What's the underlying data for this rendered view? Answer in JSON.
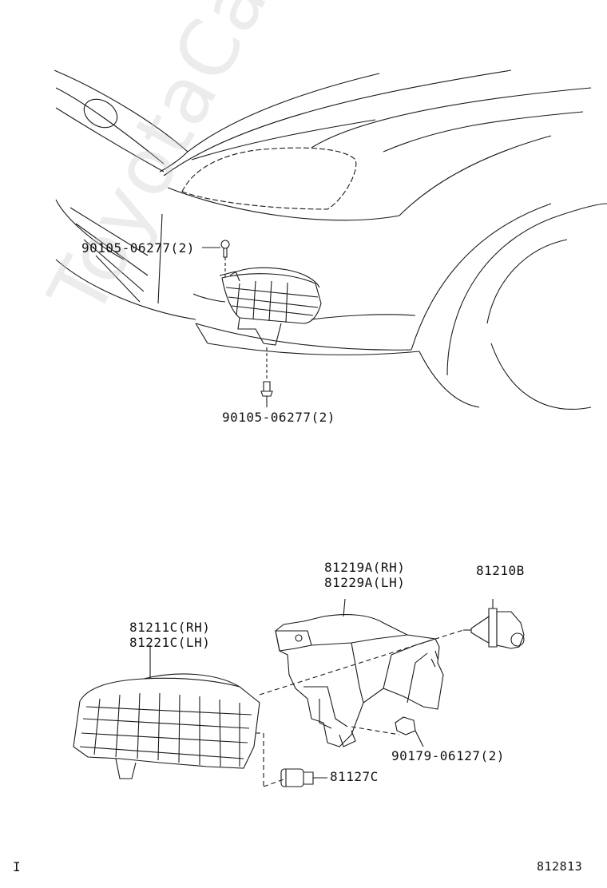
{
  "labels": {
    "bolt_upper": "90105-06277(2)",
    "bolt_lower": "90105-06277(2)",
    "housing_rh": "81219A(RH)",
    "housing_lh": "81229A(LH)",
    "bulb_main": "81210B",
    "lens_rh": "81211C(RH)",
    "lens_lh": "81221C(LH)",
    "clip": "90179-06127(2)",
    "socket": "81127C",
    "corner_mark": "I",
    "figure_code": "812813"
  },
  "watermark": "ToyotaCarMine.ru",
  "colors": {
    "line": "#1a1a1a",
    "watermark": "#c8c8c8"
  }
}
